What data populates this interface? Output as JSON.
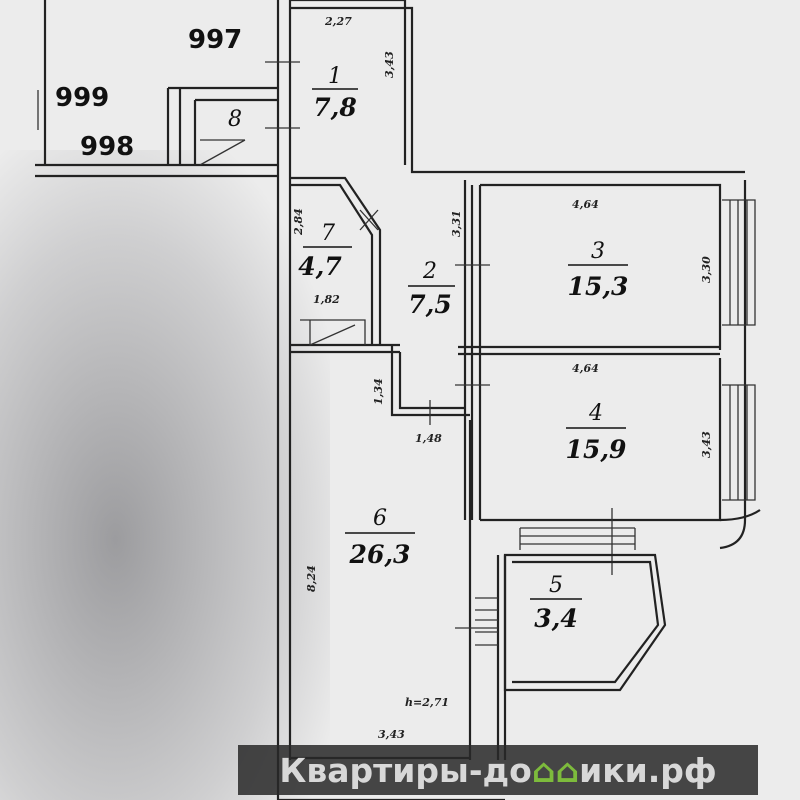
{
  "apartments": {
    "a997": "997",
    "a999": "999",
    "a998": "998"
  },
  "rooms": [
    {
      "num": "1",
      "area": "7,8"
    },
    {
      "num": "2",
      "area": "7,5"
    },
    {
      "num": "3",
      "area": "15,3"
    },
    {
      "num": "4",
      "area": "15,9"
    },
    {
      "num": "5",
      "area": "3,4"
    },
    {
      "num": "6",
      "area": "26,3"
    },
    {
      "num": "7",
      "area": "4,7"
    },
    {
      "num": "8",
      "area": ""
    }
  ],
  "dimensions": {
    "r1_top": "2,27",
    "r1_side": "3,43",
    "r7_side": "2,84",
    "r7_bottom": "1,82",
    "r2_side": "3,31",
    "step_side": "1,34",
    "step_bottom": "1,48",
    "r3_top": "4,64",
    "r3_side": "3,30",
    "r4_top": "4,64",
    "r4_side": "3,43",
    "r6_side": "8,24",
    "r6_bottom": "3,43",
    "ceiling": "h=2,71"
  },
  "watermark": {
    "text_a": "Квартиры-до",
    "text_logo": "⌂⌂",
    "text_b": "ики.рф"
  }
}
